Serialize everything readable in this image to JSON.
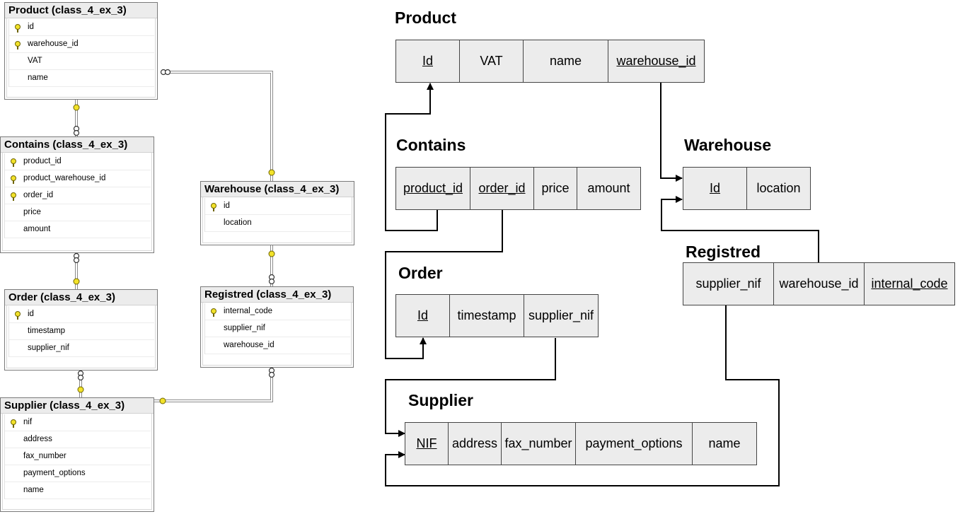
{
  "ssms": {
    "product": {
      "title": "Product (class_4_ex_3)",
      "rows": [
        {
          "name": "id",
          "key": true
        },
        {
          "name": "warehouse_id",
          "key": true
        },
        {
          "name": "VAT",
          "key": false
        },
        {
          "name": "name",
          "key": false
        }
      ]
    },
    "contains": {
      "title": "Contains (class_4_ex_3)",
      "rows": [
        {
          "name": "product_id",
          "key": true
        },
        {
          "name": "product_warehouse_id",
          "key": true
        },
        {
          "name": "order_id",
          "key": true
        },
        {
          "name": "price",
          "key": false
        },
        {
          "name": "amount",
          "key": false
        }
      ]
    },
    "order": {
      "title": "Order (class_4_ex_3)",
      "rows": [
        {
          "name": "id",
          "key": true
        },
        {
          "name": "timestamp",
          "key": false
        },
        {
          "name": "supplier_nif",
          "key": false
        }
      ]
    },
    "supplier": {
      "title": "Supplier (class_4_ex_3)",
      "rows": [
        {
          "name": "nif",
          "key": true
        },
        {
          "name": "address",
          "key": false
        },
        {
          "name": "fax_number",
          "key": false
        },
        {
          "name": "payment_options",
          "key": false
        },
        {
          "name": "name",
          "key": false
        }
      ]
    },
    "warehouse": {
      "title": "Warehouse (class_4_ex_3)",
      "rows": [
        {
          "name": "id",
          "key": true
        },
        {
          "name": "location",
          "key": false
        }
      ]
    },
    "registred": {
      "title": "Registred (class_4_ex_3)",
      "rows": [
        {
          "name": "internal_code",
          "key": true
        },
        {
          "name": "supplier_nif",
          "key": false
        },
        {
          "name": "warehouse_id",
          "key": false
        }
      ]
    }
  },
  "schema": {
    "product": {
      "title": "Product",
      "cols": [
        {
          "name": "Id",
          "pk": true
        },
        {
          "name": "VAT",
          "pk": false
        },
        {
          "name": "name",
          "pk": false
        },
        {
          "name": "warehouse_id",
          "pk": true
        }
      ]
    },
    "contains": {
      "title": "Contains",
      "cols": [
        {
          "name": "product_id",
          "pk": true
        },
        {
          "name": "order_id",
          "pk": true
        },
        {
          "name": "price",
          "pk": false
        },
        {
          "name": "amount",
          "pk": false
        }
      ]
    },
    "warehouse": {
      "title": "Warehouse",
      "cols": [
        {
          "name": "Id",
          "pk": true
        },
        {
          "name": "location",
          "pk": false
        }
      ]
    },
    "registred": {
      "title": "Registred",
      "cols": [
        {
          "name": "supplier_nif",
          "pk": false
        },
        {
          "name": "warehouse_id",
          "pk": false
        },
        {
          "name": "internal_code",
          "pk": true
        }
      ]
    },
    "order": {
      "title": "Order",
      "cols": [
        {
          "name": "Id",
          "pk": true
        },
        {
          "name": "timestamp",
          "pk": false
        },
        {
          "name": "supplier_nif",
          "pk": false
        }
      ]
    },
    "supplier": {
      "title": "Supplier",
      "cols": [
        {
          "name": "NIF",
          "pk": true
        },
        {
          "name": "address",
          "pk": false
        },
        {
          "name": "fax_number",
          "pk": false
        },
        {
          "name": "payment_options",
          "pk": false
        },
        {
          "name": "name",
          "pk": false
        }
      ]
    }
  },
  "colors": {
    "header_bg": "#ececec",
    "cell_bg": "#ececec",
    "key_icon": "#f2e22a",
    "line": "#000000"
  }
}
